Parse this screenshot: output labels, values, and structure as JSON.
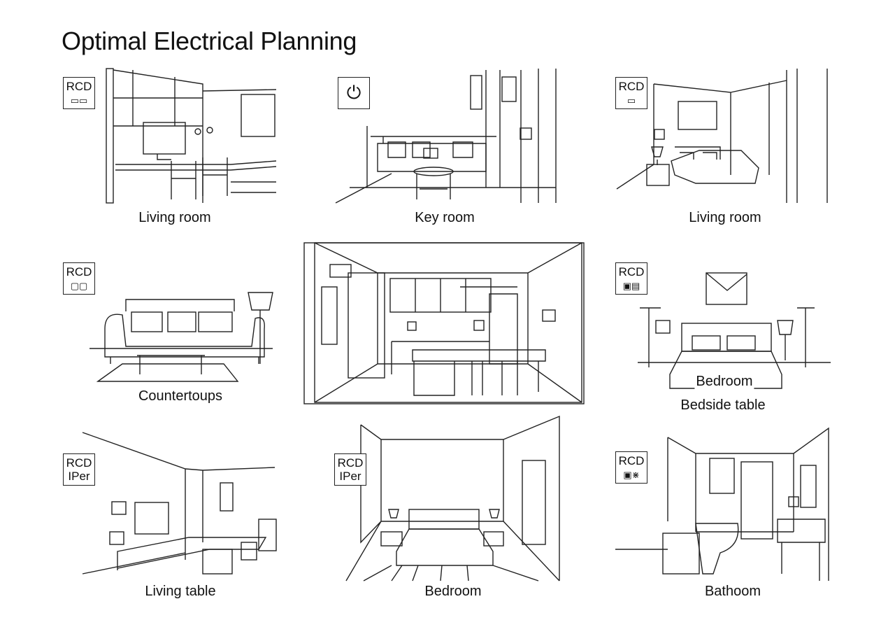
{
  "title": "Optimal Electrical Planning",
  "panels": [
    {
      "label": "Living room",
      "badge": [
        "RCD",
        "▭▭"
      ]
    },
    {
      "label": "Key room",
      "badge_icon": "socket-icon"
    },
    {
      "label": "Living room",
      "badge": [
        "RCD",
        "▭"
      ]
    },
    {
      "label": "Countertoups",
      "badge": [
        "RCD",
        "▢▢"
      ]
    },
    {
      "label": "Bedroom",
      "sublabel": "Bedside table",
      "badge": [
        "RCD",
        "▣▤"
      ]
    },
    {
      "label": "Living table",
      "badge": [
        "RCD",
        "IPer"
      ]
    },
    {
      "label": "Bedroom",
      "badge": [
        "RCD",
        "IPer"
      ]
    },
    {
      "label": "Bathoom",
      "badge": [
        "RCD",
        "▣⋇"
      ]
    }
  ]
}
